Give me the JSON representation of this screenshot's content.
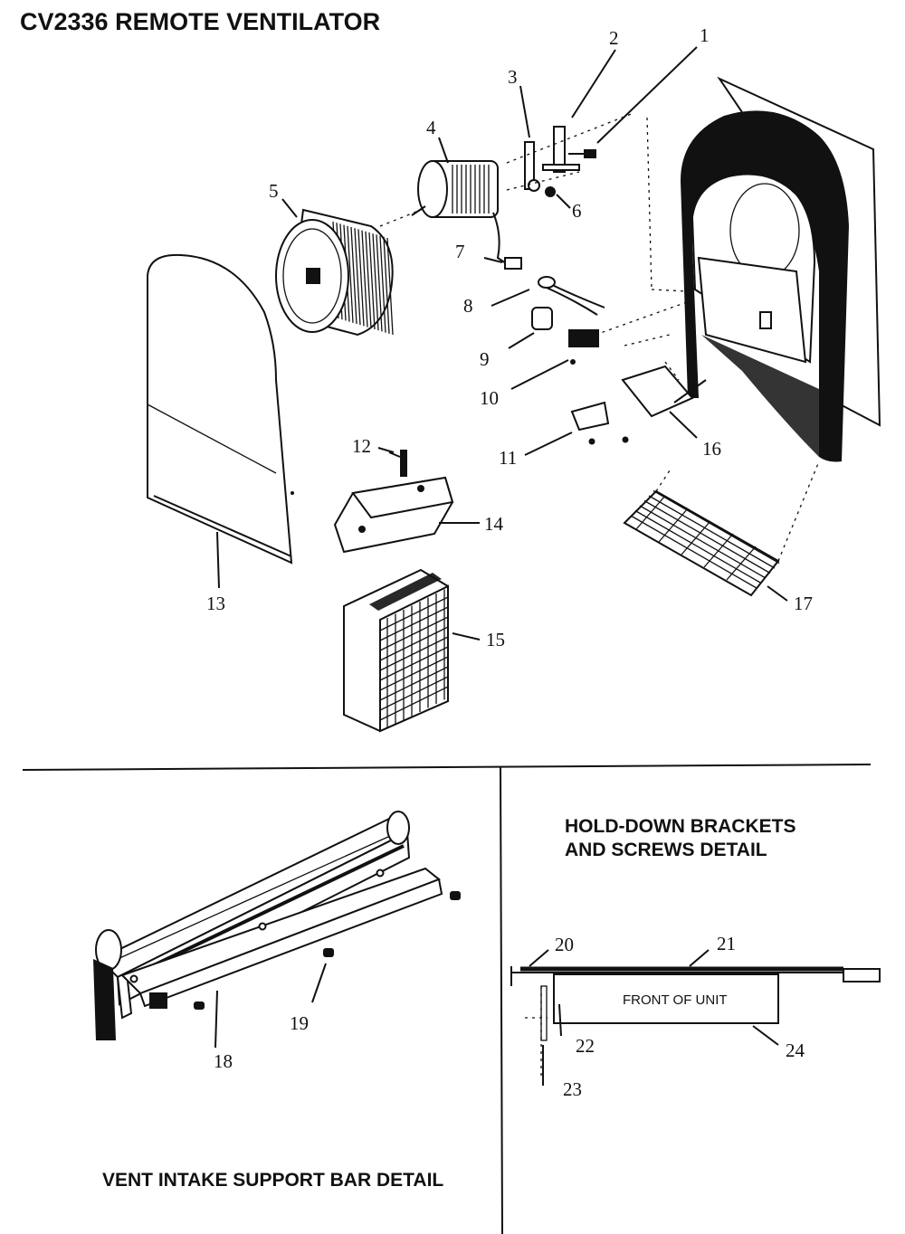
{
  "title": "CV2336 REMOTE VENTILATOR",
  "callouts": {
    "c1": "1",
    "c2": "2",
    "c3": "3",
    "c4": "4",
    "c5": "5",
    "c6": "6",
    "c7": "7",
    "c8": "8",
    "c9": "9",
    "c10": "10",
    "c11": "11",
    "c12": "12",
    "c13": "13",
    "c14": "14",
    "c15": "15",
    "c16": "16",
    "c17": "17",
    "c18": "18",
    "c19": "19",
    "c20": "20",
    "c21": "21",
    "c22": "22",
    "c23": "23",
    "c24": "24"
  },
  "detail_vent": {
    "caption": "VENT INTAKE SUPPORT BAR DETAIL"
  },
  "detail_brackets": {
    "heading_line1": "HOLD-DOWN BRACKETS",
    "heading_line2": "AND SCREWS DETAIL",
    "front_label": "FRONT OF UNIT"
  }
}
